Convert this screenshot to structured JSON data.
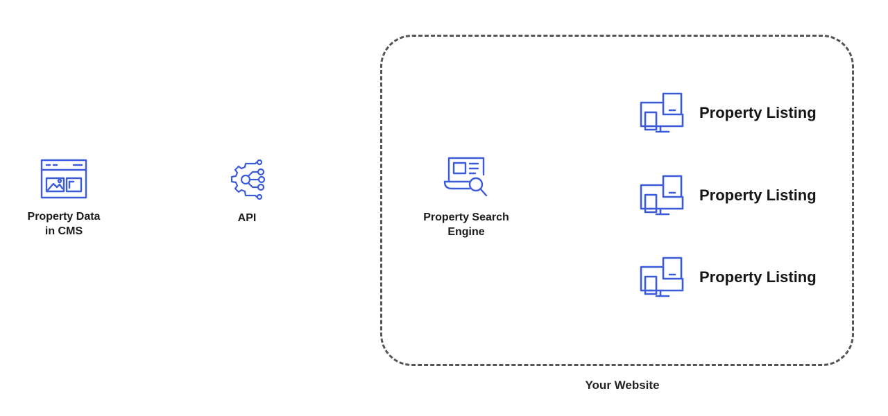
{
  "nodes": {
    "cms": {
      "label": "Property Data\nin CMS",
      "icon": "cms-browser-icon"
    },
    "api": {
      "label": "API",
      "icon": "api-gear-icon"
    },
    "search": {
      "label": "Property Search\nEngine",
      "icon": "search-engine-icon"
    }
  },
  "website": {
    "label": "Your Website",
    "listings": [
      {
        "label": "Property Listing",
        "icon": "multi-device-icon"
      },
      {
        "label": "Property Listing",
        "icon": "multi-device-icon"
      },
      {
        "label": "Property Listing",
        "icon": "multi-device-icon"
      }
    ]
  },
  "colors": {
    "icon": "#3b5bdb",
    "boundary": "#555555",
    "text": "#1b1b1b"
  }
}
